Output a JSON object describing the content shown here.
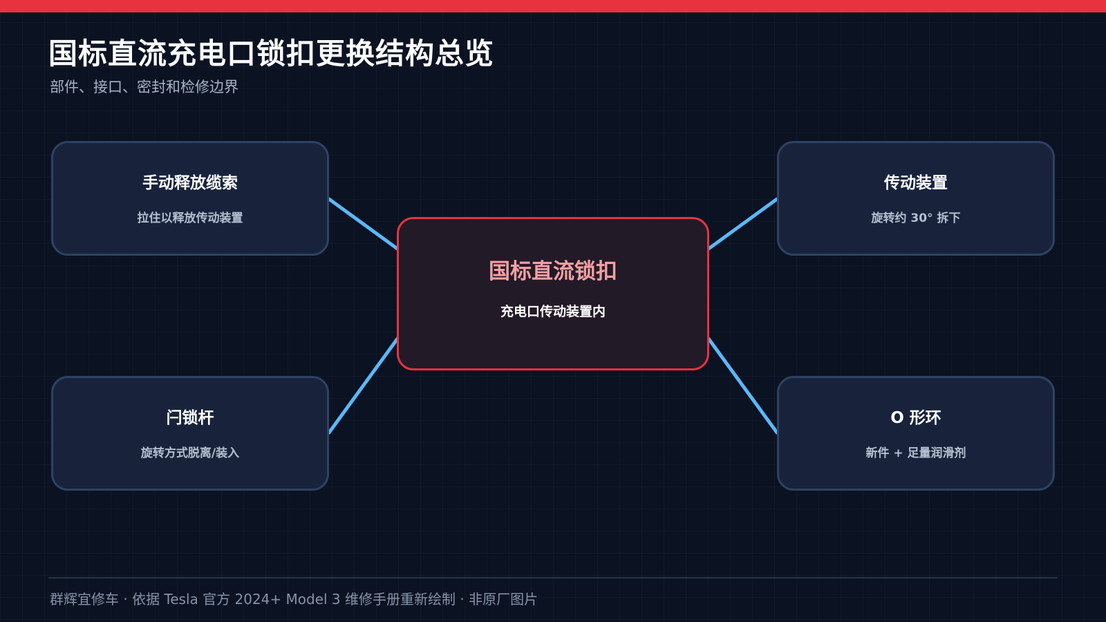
{
  "header": {
    "title": "国标直流充电口锁扣更换结构总览",
    "subtitle": "部件、接口、密封和检修边界"
  },
  "diagram": {
    "center": {
      "label": "国标直流锁扣",
      "desc": "充电口传动装置内"
    },
    "nodes": [
      {
        "label": "手动释放缆索",
        "desc": "拉住以释放传动装置"
      },
      {
        "label": "传动装置",
        "desc": "旋转约 30° 拆下"
      },
      {
        "label": "闩锁杆",
        "desc": "旋转方式脱离/装入"
      },
      {
        "label": "O 形环",
        "desc": "新件 + 足量润滑剂"
      }
    ]
  },
  "footer": {
    "text": "群辉宜修车 · 依据 Tesla 官方 2024+ Model 3 维修手册重新绘制 · 非原厂图片"
  },
  "colors": {
    "accent": "#e8323f",
    "connector": "#5bb8f5",
    "background": "#0b1222",
    "node_fill": "#18233b",
    "node_border": "#2e4263",
    "center_fill": "#231a27",
    "center_title": "#f4a0a4"
  }
}
